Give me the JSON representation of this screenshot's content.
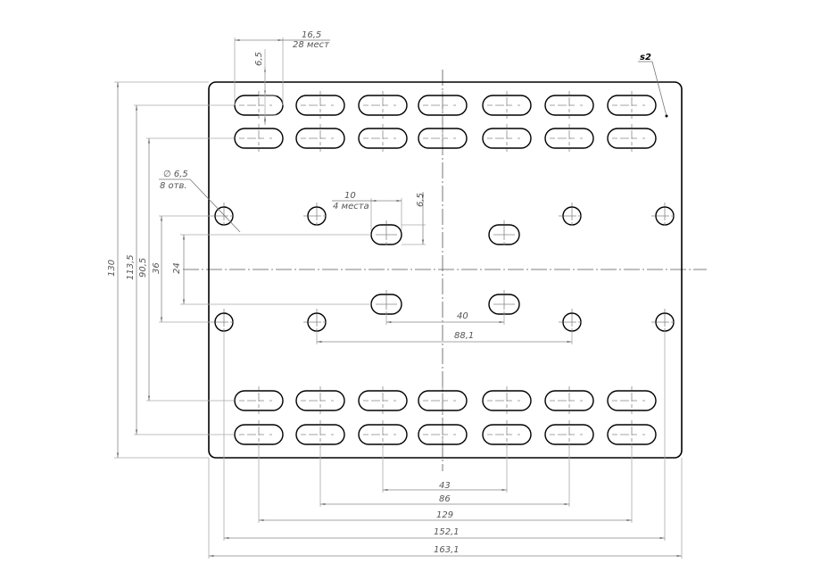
{
  "drawing": {
    "title": "Perforated plate",
    "thickness_mark": "s2",
    "outline": {
      "width_mm": 163.1,
      "height_mm": 130
    },
    "slot_spec": {
      "length": "16,5",
      "width": "6,5",
      "count_note": "28 мест"
    },
    "center_slot_spec": {
      "length": "10",
      "width": "6,5",
      "count_note": "4 места"
    },
    "hole_spec": {
      "diameter": "∅ 6,5",
      "count_note": "8 отв."
    },
    "vertical_dims": [
      {
        "id": "h130",
        "label": "130"
      },
      {
        "id": "h113",
        "label": "113,5"
      },
      {
        "id": "h90",
        "label": "90,5"
      },
      {
        "id": "h36",
        "label": "36"
      },
      {
        "id": "h24",
        "label": "24"
      }
    ],
    "horizontal_dims": [
      {
        "id": "w43",
        "label": "43"
      },
      {
        "id": "w86",
        "label": "86"
      },
      {
        "id": "w129",
        "label": "129"
      },
      {
        "id": "w152",
        "label": "152,1"
      },
      {
        "id": "w163",
        "label": "163,1"
      },
      {
        "id": "w40",
        "label": "40"
      },
      {
        "id": "w88",
        "label": "88,1"
      }
    ]
  }
}
